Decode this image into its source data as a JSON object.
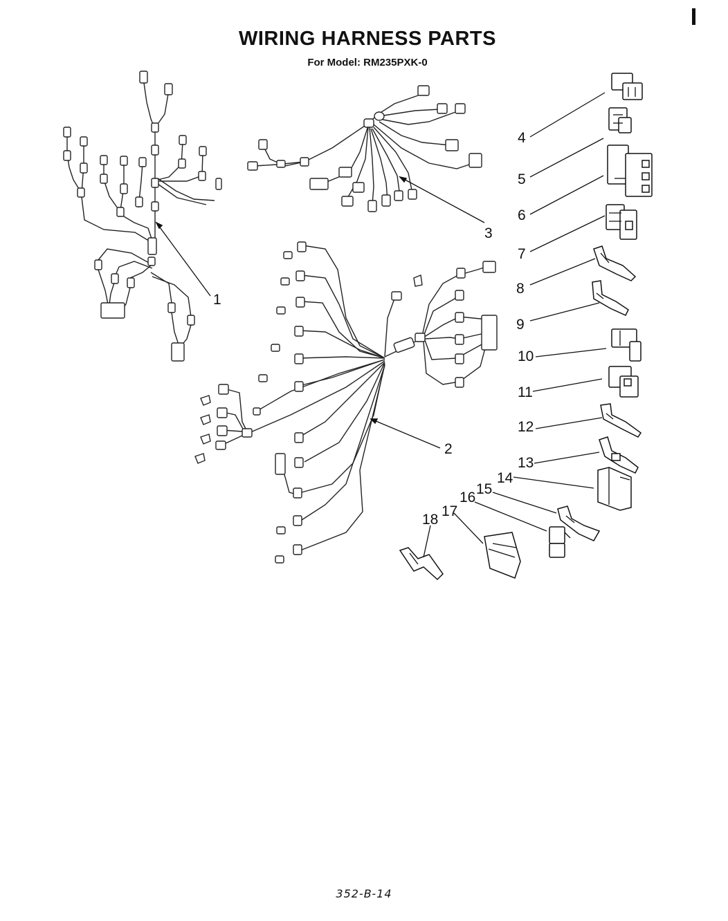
{
  "title": "WIRING HARNESS PARTS",
  "subtitle": "For Model: RM235PXK-0",
  "footer": "352-B-14",
  "callouts": [
    "1",
    "2",
    "3",
    "4",
    "5",
    "6",
    "7",
    "8",
    "9",
    "10",
    "11",
    "12",
    "13",
    "14",
    "15",
    "16",
    "17",
    "18"
  ]
}
